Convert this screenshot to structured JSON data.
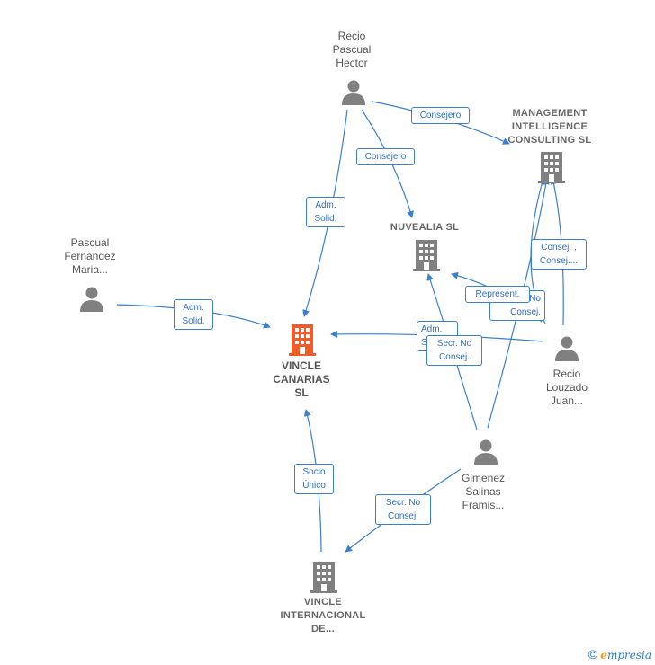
{
  "colors": {
    "edge": "#3a7fd0",
    "person": "#808080",
    "company": "#808080",
    "focal": "#f15a29"
  },
  "nodes": {
    "recio_pascual": {
      "label": [
        "Recio",
        "Pascual",
        "Hector"
      ],
      "icon": "person-icon"
    },
    "pascual_fernandez": {
      "label": [
        "Pascual",
        "Fernandez",
        "Maria..."
      ],
      "icon": "person-icon"
    },
    "recio_louzado": {
      "label": [
        "Recio",
        "Louzado",
        "Juan..."
      ],
      "icon": "person-icon"
    },
    "gimenez_salinas": {
      "label": [
        "Gimenez",
        "Salinas",
        "Framis..."
      ],
      "icon": "person-icon"
    },
    "management": {
      "label": [
        "MANAGEMENT",
        "INTELLIGENCE",
        "CONSULTING SL"
      ],
      "icon": "building-icon"
    },
    "nuvealia": {
      "label": [
        "NUVEALIA SL"
      ],
      "icon": "building-icon"
    },
    "vincle_canarias": {
      "label": [
        "VINCLE",
        "CANARIAS",
        "SL"
      ],
      "icon": "building-icon-focal"
    },
    "vincle_internacional": {
      "label": [
        "VINCLE",
        "INTERNACIONAL",
        "DE..."
      ],
      "icon": "building-icon"
    }
  },
  "edge_labels": {
    "consejero_mgmt": [
      "Consejero"
    ],
    "consejero_nuv": [
      "Consejero"
    ],
    "adm_solid_recio": [
      "Adm.",
      "Solid."
    ],
    "adm_solid_pascual": [
      "Adm.",
      "Solid."
    ],
    "consej_consej": [
      "Consej. ,",
      "Consej...."
    ],
    "represent": [
      "Represent."
    ],
    "no_consej_behind": [
      "No",
      "Consej."
    ],
    "adm_behind": [
      "Adm.",
      "S"
    ],
    "secr_no_consej_1": [
      "Secr.  No",
      "Consej."
    ],
    "socio_unico": [
      "Socio",
      "Único"
    ],
    "secr_no_consej_2": [
      "Secr.  No",
      "Consej."
    ]
  },
  "brand": {
    "copyright": "©",
    "first": "e",
    "rest": "mpresia"
  }
}
